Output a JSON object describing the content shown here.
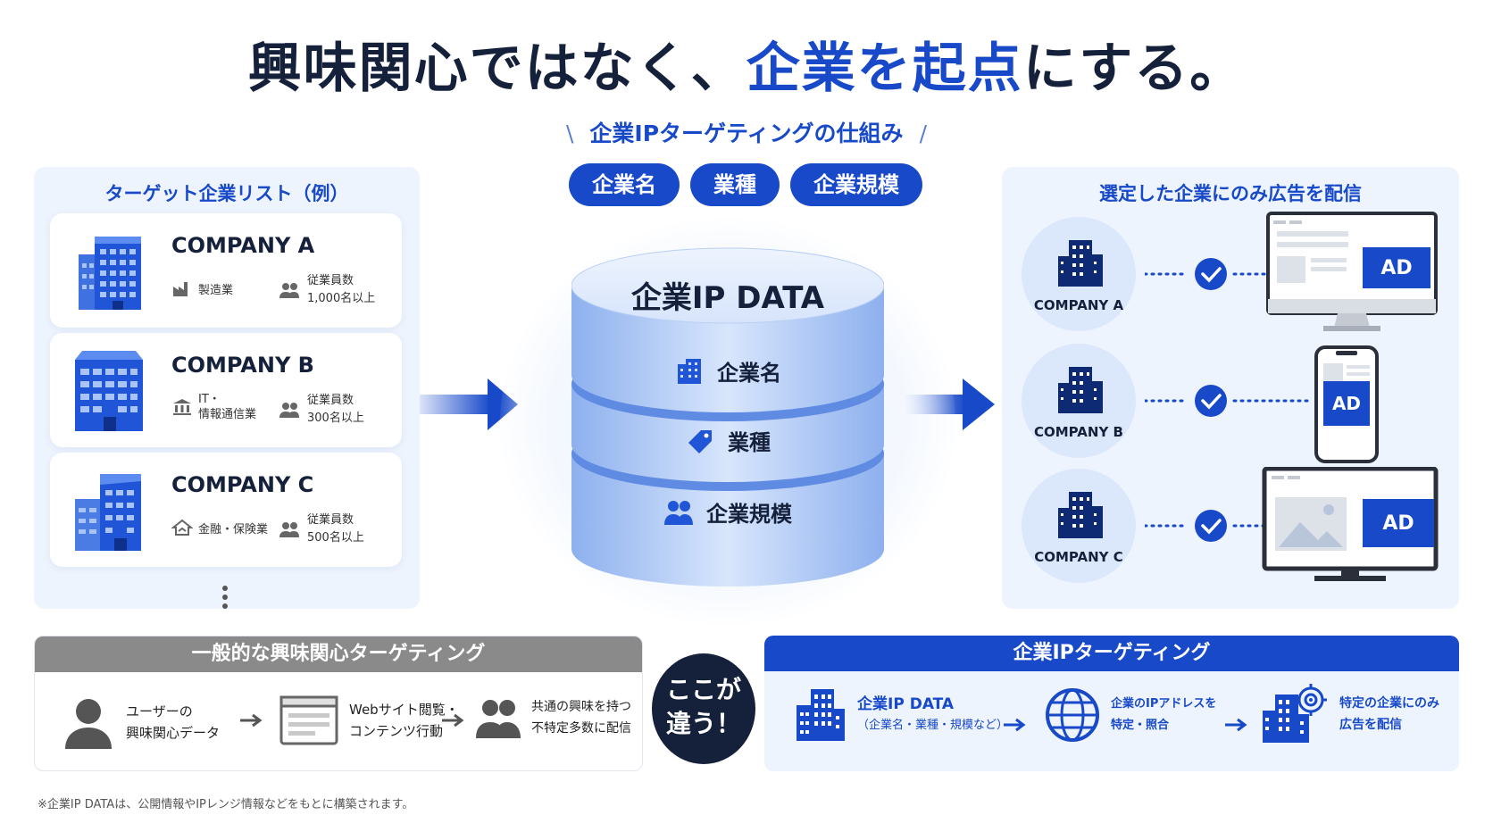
{
  "title": {
    "part1": "興味関心ではなく、",
    "accent": "企業を起点",
    "part2": "にする。"
  },
  "subtitle": {
    "open": "\\",
    "text": "企業IPターゲティングの仕組み",
    "close": "/"
  },
  "pills": [
    "企業名",
    "業種",
    "企業規模"
  ],
  "left_panel": {
    "title": "ターゲット企業リスト（例）",
    "companies": [
      {
        "name": "COMPANY A",
        "industry": "製造業",
        "emp_label": "従業員数",
        "emp_value": "1,000名以上"
      },
      {
        "name": "COMPANY B",
        "industry": "IT・\n情報通信業",
        "emp_label": "従業員数",
        "emp_value": "300名以上"
      },
      {
        "name": "COMPANY C",
        "industry": "金融・保険業",
        "emp_label": "従業員数",
        "emp_value": "500名以上"
      }
    ]
  },
  "database": {
    "title": "企業IP DATA",
    "rows": [
      {
        "label": "企業名",
        "icon": "building-icon"
      },
      {
        "label": "業種",
        "icon": "tag-icon"
      },
      {
        "label": "企業規模",
        "icon": "people-icon"
      }
    ]
  },
  "right_panel": {
    "title": "選定した企業にのみ広告を配信",
    "targets": [
      {
        "name": "COMPANY A",
        "device": "desktop-monitor",
        "ad": "AD"
      },
      {
        "name": "COMPANY B",
        "device": "smartphone",
        "ad": "AD"
      },
      {
        "name": "COMPANY C",
        "device": "monitor-display",
        "ad": "AD"
      }
    ]
  },
  "general_box": {
    "header": "一般的な興味関心ターゲティング",
    "steps": [
      "ユーザーの\n興味関心データ",
      "Webサイト閲覧・\nコンテンツ行動",
      "共通の興味を持つ\n不特定多数に配信"
    ]
  },
  "diff_badge": "ここが\n違う！",
  "ip_box": {
    "header": "企業IPターゲティング",
    "steps": [
      {
        "main": "企業IP DATA",
        "sub": "（企業名・業種・規模など）"
      },
      {
        "main": "企業のIPアドレスを\n特定・照合"
      },
      {
        "main": "特定の企業にのみ\n広告を配信"
      }
    ]
  },
  "footnote": "※企業IP DATAは、公開情報やIPレンジ情報などをもとに構築されます。",
  "colors": {
    "accent": "#1749c9",
    "dark": "#15203a",
    "panel": "#eef4fd",
    "gray_header": "#8a8a8a"
  }
}
